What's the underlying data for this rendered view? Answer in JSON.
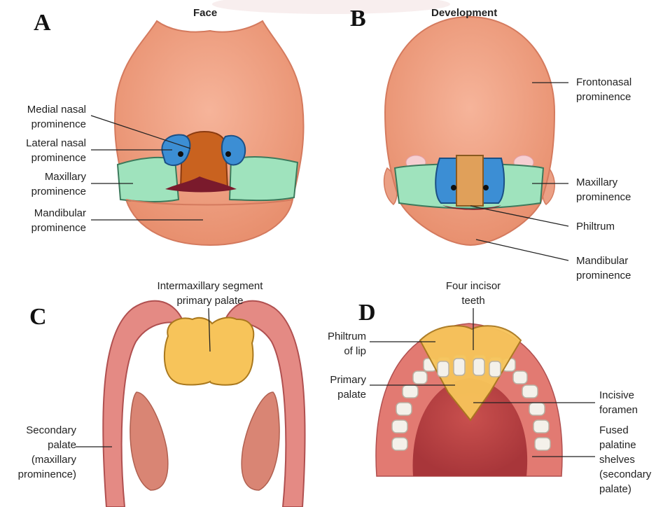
{
  "headings": {
    "face": "Face",
    "development": "Development"
  },
  "panels": {
    "a": "A",
    "b": "B",
    "c": "C",
    "d": "D"
  },
  "panel_a": {
    "medial_nasal": [
      "Medial nasal",
      "prominence"
    ],
    "lateral_nasal": [
      "Lateral nasal",
      "prominence"
    ],
    "maxillary": [
      "Maxillary",
      "prominence"
    ],
    "mandibular": [
      "Mandibular",
      "prominence"
    ]
  },
  "panel_b": {
    "frontonasal": [
      "Frontonasal",
      "prominence"
    ],
    "maxillary": [
      "Maxillary",
      "prominence"
    ],
    "philtrum": [
      "Philtrum"
    ],
    "mandibular": [
      "Mandibular",
      "prominence"
    ]
  },
  "panel_c": {
    "intermaxillary": [
      "Intermaxillary segment",
      "primary palate"
    ],
    "secondary": [
      "Secondary",
      "palate",
      "(maxillary",
      "prominence)"
    ]
  },
  "panel_d": {
    "four_incisor": [
      "Four incisor",
      "teeth"
    ],
    "philtrum_lip": [
      "Philtrum",
      "of lip"
    ],
    "primary_palate": [
      "Primary",
      "palate"
    ],
    "incisive": [
      "Incisive",
      "foramen"
    ],
    "fused": [
      "Fused",
      "palatine",
      "shelves",
      "(secondary",
      "palate)"
    ]
  },
  "colors": {
    "skin": "#f1a385",
    "skin_dark": "#e48d70",
    "maxillary": "#9fe3bd",
    "lateral_nasal": "#3c8ed4",
    "medial_nasal": "#c9621f",
    "mouth": "#7a1a2c",
    "palate": "#f7c45a",
    "gum": "#d9736a",
    "tooth": "#f4f1ea"
  }
}
